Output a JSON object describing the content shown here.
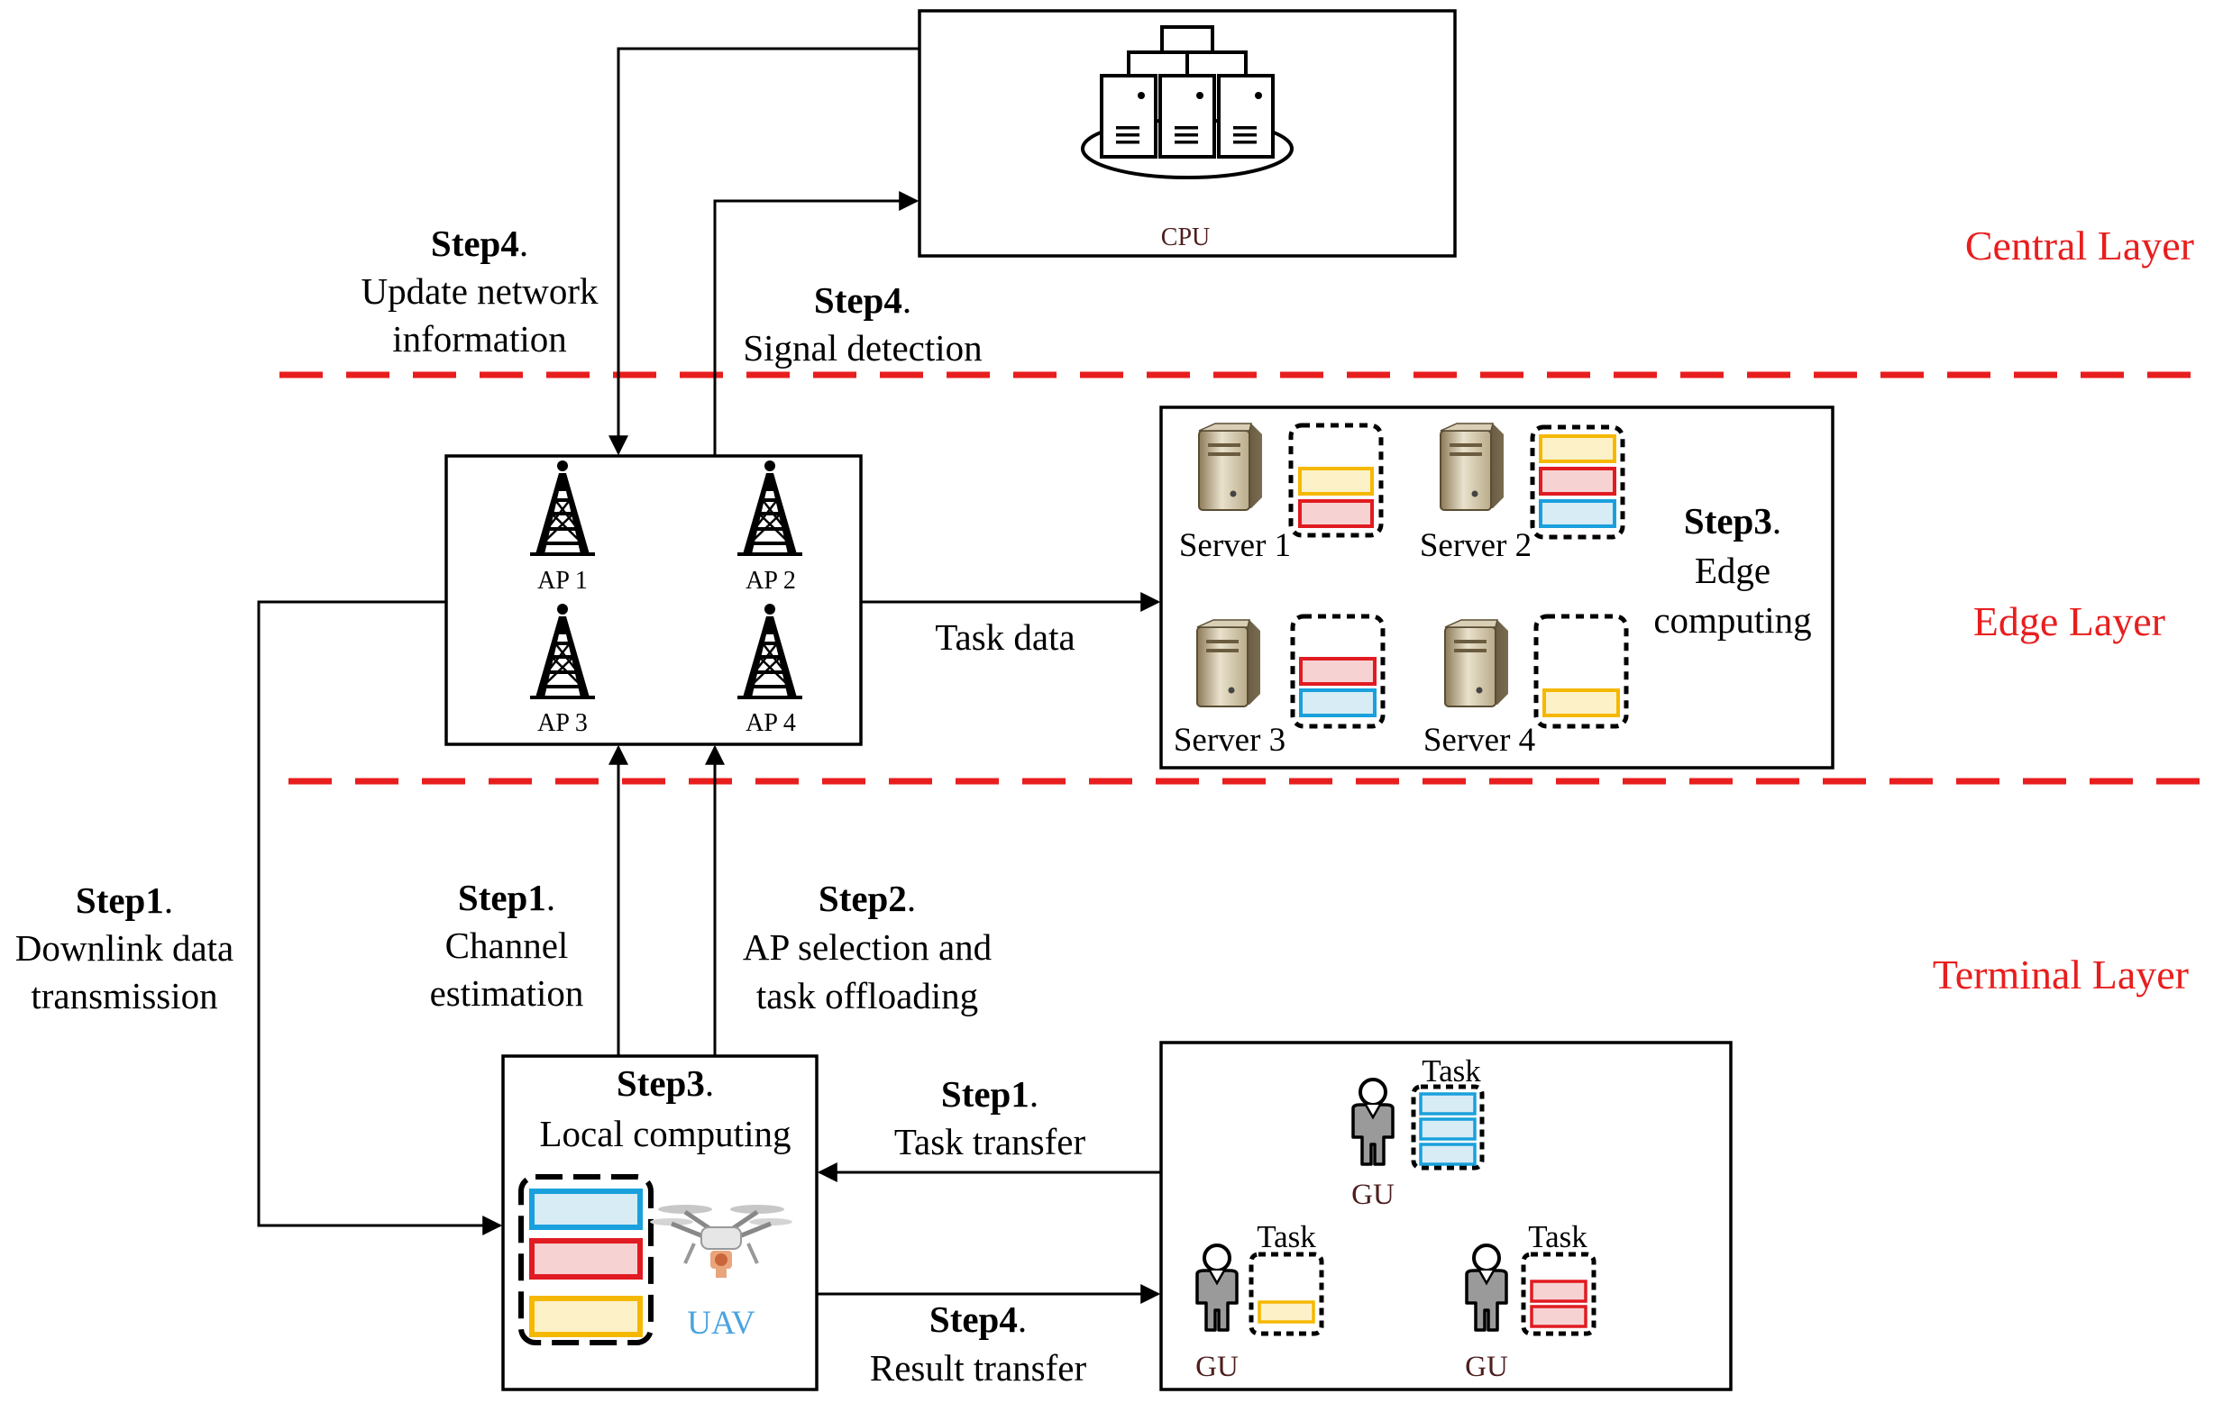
{
  "layers": {
    "central": "Central Layer",
    "edge": "Edge Layer",
    "terminal": "Terminal Layer"
  },
  "cpu": {
    "label": "CPU"
  },
  "aps": [
    "AP 1",
    "AP 2",
    "AP 3",
    "AP 4"
  ],
  "servers": [
    "Server 1",
    "Server 2",
    "Server 3",
    "Server 4"
  ],
  "uav_label": "UAV",
  "gu_label": "GU",
  "task_label": "Task",
  "steps": {
    "update_network": {
      "step": "Step4",
      "dot": ".",
      "line1": "Update network",
      "line2": "information"
    },
    "signal_detection": {
      "step": "Step4",
      "dot": ".",
      "line1": "Signal detection"
    },
    "edge_computing": {
      "step": "Step3",
      "dot": ".",
      "line1": "Edge",
      "line2": "computing"
    },
    "task_data": {
      "line1": "Task data"
    },
    "downlink": {
      "step": "Step1",
      "dot": ".",
      "line1": "Downlink data",
      "line2": "transmission"
    },
    "channel_estimation": {
      "step": "Step1",
      "dot": ".",
      "line1": "Channel",
      "line2": "estimation"
    },
    "ap_selection": {
      "step": "Step2",
      "dot": ".",
      "line1": "AP selection and",
      "line2": "task offloading"
    },
    "local_computing": {
      "step": "Step3",
      "dot": ".",
      "line1": "Local computing"
    },
    "task_transfer": {
      "step": "Step1",
      "dot": ".",
      "line1": "Task transfer"
    },
    "result_transfer": {
      "step": "Step4",
      "dot": ".",
      "line1": "Result transfer"
    }
  },
  "colors": {
    "layer_text": "#e81e1e",
    "divider": "#e81e1e",
    "task_yellow": "#f5b800",
    "task_red": "#e11b22",
    "task_blue": "#1aa0dc"
  }
}
